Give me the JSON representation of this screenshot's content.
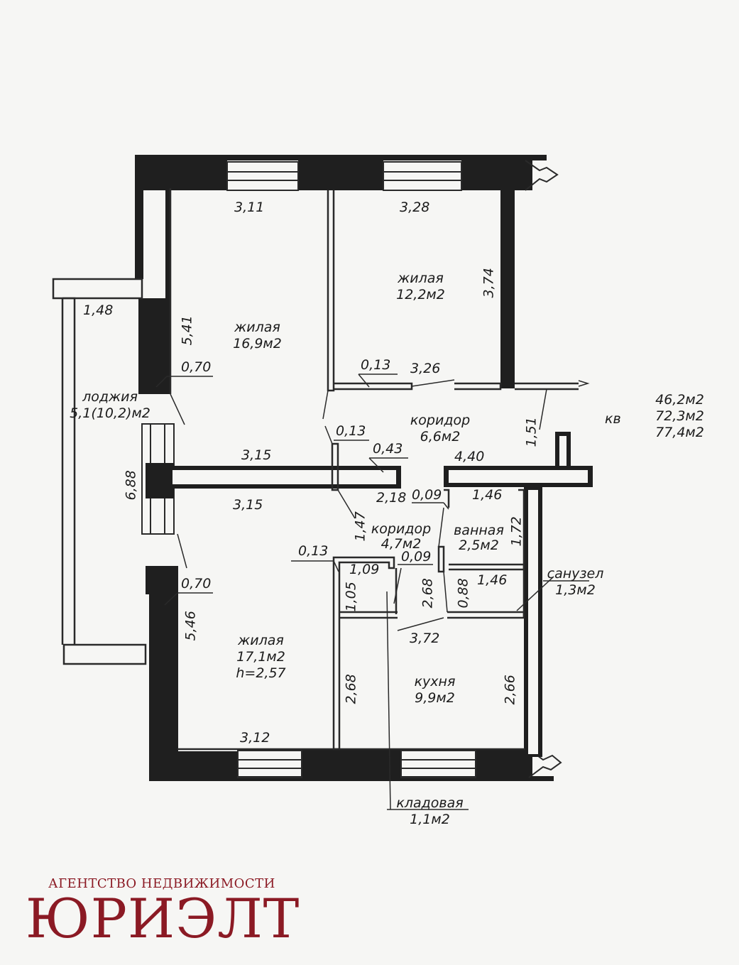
{
  "colors": {
    "brand": "#8b1a24",
    "ink": "#1f1f1f",
    "paper": "#f6f6f4"
  },
  "rooms": {
    "living_top_right": {
      "name": "жилая",
      "area": "12,2м2"
    },
    "living_top_left": {
      "name": "жилая",
      "area": "16,9м2"
    },
    "loggia": {
      "name": "лоджия",
      "area": "5,1(10,2)м2"
    },
    "corridor_1": {
      "name": "коридор",
      "area": "6,6м2"
    },
    "corridor_2": {
      "name": "коридор",
      "area": "4,7м2"
    },
    "bathroom": {
      "name": "ванная",
      "area": "2,5м2"
    },
    "toilet": {
      "name": "санузел",
      "area": "1,3м2"
    },
    "living_bottom": {
      "name": "жилая",
      "area": "17,1м2",
      "height": "h=2,57"
    },
    "kitchen": {
      "name": "кухня",
      "area": "9,9м2"
    },
    "storage": {
      "name": "кладовая",
      "area": "1,1м2"
    }
  },
  "apartment": {
    "label": "кв",
    "area_1": "46,2м2",
    "area_2": "72,3м2",
    "area_3": "77,4м2"
  },
  "dims": {
    "d_311": "3,11",
    "d_328": "3,28",
    "d_374": "3,74",
    "d_148": "1,48",
    "d_541": "5,41",
    "d_070a": "0,70",
    "d_013a": "0,13",
    "d_326": "3,26",
    "d_151": "1,51",
    "d_013b": "0,13",
    "d_043": "0,43",
    "d_315a": "3,15",
    "d_440": "4,40",
    "d_688": "6,88",
    "d_315b": "3,15",
    "d_218": "2,18",
    "d_009a": "0,09",
    "d_146a": "1,46",
    "d_147": "1,47",
    "d_172": "1,72",
    "d_013c": "0,13",
    "d_109": "1,09",
    "d_009b": "0,09",
    "d_070b": "0,70",
    "d_105": "1,05",
    "d_268a": "2,68",
    "d_088": "0,88",
    "d_146b": "1,46",
    "d_546": "5,46",
    "d_372": "3,72",
    "d_268b": "2,68",
    "d_266": "2,66",
    "d_312": "3,12"
  },
  "brand": {
    "tagline": "АГЕНТСТВО НЕДВИЖИМОСТИ",
    "name": "ЮРИЭЛТ"
  }
}
